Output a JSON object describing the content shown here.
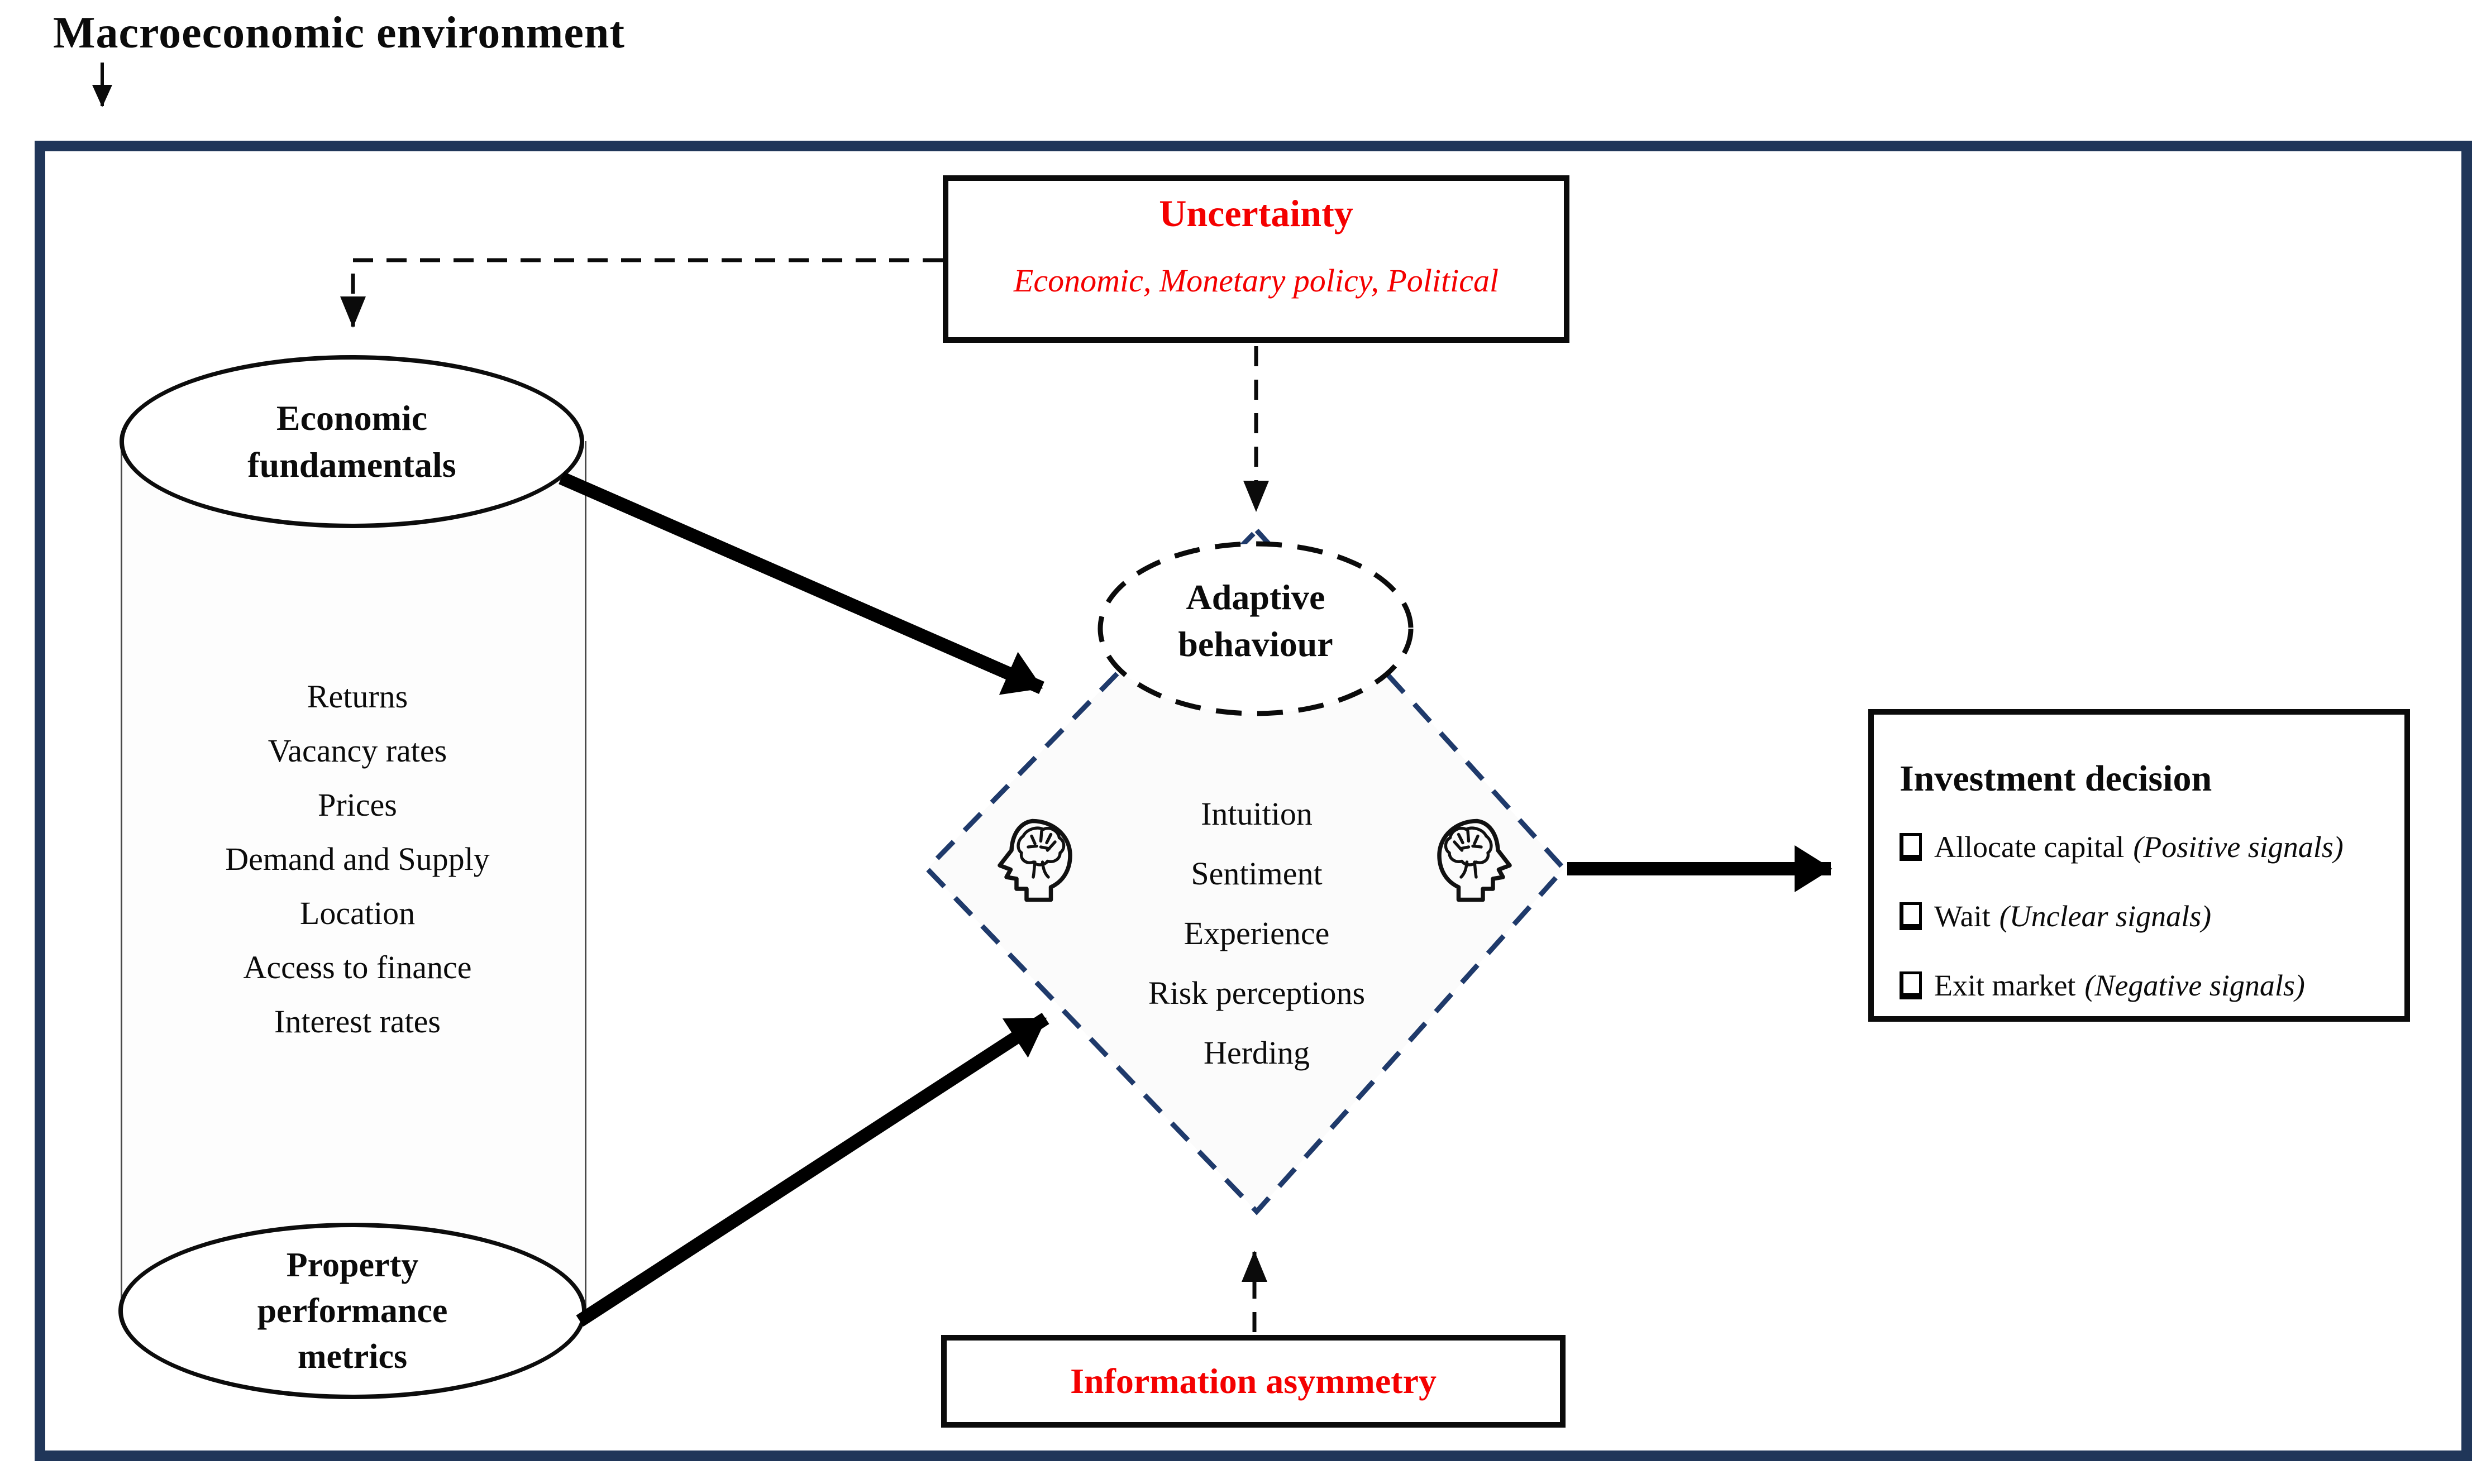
{
  "page": {
    "title": "Macroeconomic environment"
  },
  "colors": {
    "accent_red": "#f40000",
    "frame_navy": "#203659",
    "diamond_dash_navy": "#1f3a6b",
    "ink_black": "#0b0b0b"
  },
  "uncertainty": {
    "title": "Uncertainty",
    "subtitle": "Economic, Monetary policy, Political"
  },
  "fundamentals": {
    "label": "Economic fundamentals"
  },
  "cylinder": {
    "items": [
      "Returns",
      "Vacancy rates",
      "Prices",
      "Demand and Supply",
      "Location",
      "Access to finance",
      "Interest rates"
    ]
  },
  "property_metrics": {
    "label": "Property performance metrics"
  },
  "adaptive": {
    "label": "Adaptive behaviour"
  },
  "diamond": {
    "items": [
      "Intuition",
      "Sentiment",
      "Experience",
      "Risk perceptions",
      "Herding"
    ]
  },
  "investment": {
    "title": "Investment decision",
    "options": [
      {
        "label": "Allocate capital",
        "signal": "(Positive signals)"
      },
      {
        "label": "Wait",
        "signal": "(Unclear signals)"
      },
      {
        "label": "Exit market",
        "signal": "(Negative signals)"
      }
    ]
  },
  "information_asymmetry": {
    "label": "Information asymmetry"
  },
  "icons": {
    "left": "head-brain-icon",
    "right": "head-brain-icon"
  },
  "connectors": [
    {
      "from": "macro-title",
      "to": "frame",
      "style": "solid-arrow"
    },
    {
      "from": "uncertainty",
      "to": "economic-fundamentals",
      "style": "dashed-arrow"
    },
    {
      "from": "uncertainty",
      "to": "adaptive-behaviour",
      "style": "dashed-arrow"
    },
    {
      "from": "economic-fundamentals",
      "to": "behavioural-diamond",
      "style": "thick-arrow"
    },
    {
      "from": "property-performance-metrics",
      "to": "behavioural-diamond",
      "style": "thick-arrow"
    },
    {
      "from": "information-asymmetry",
      "to": "behavioural-diamond",
      "style": "dashed-arrow"
    },
    {
      "from": "behavioural-diamond",
      "to": "investment-decision",
      "style": "thick-arrow"
    }
  ]
}
